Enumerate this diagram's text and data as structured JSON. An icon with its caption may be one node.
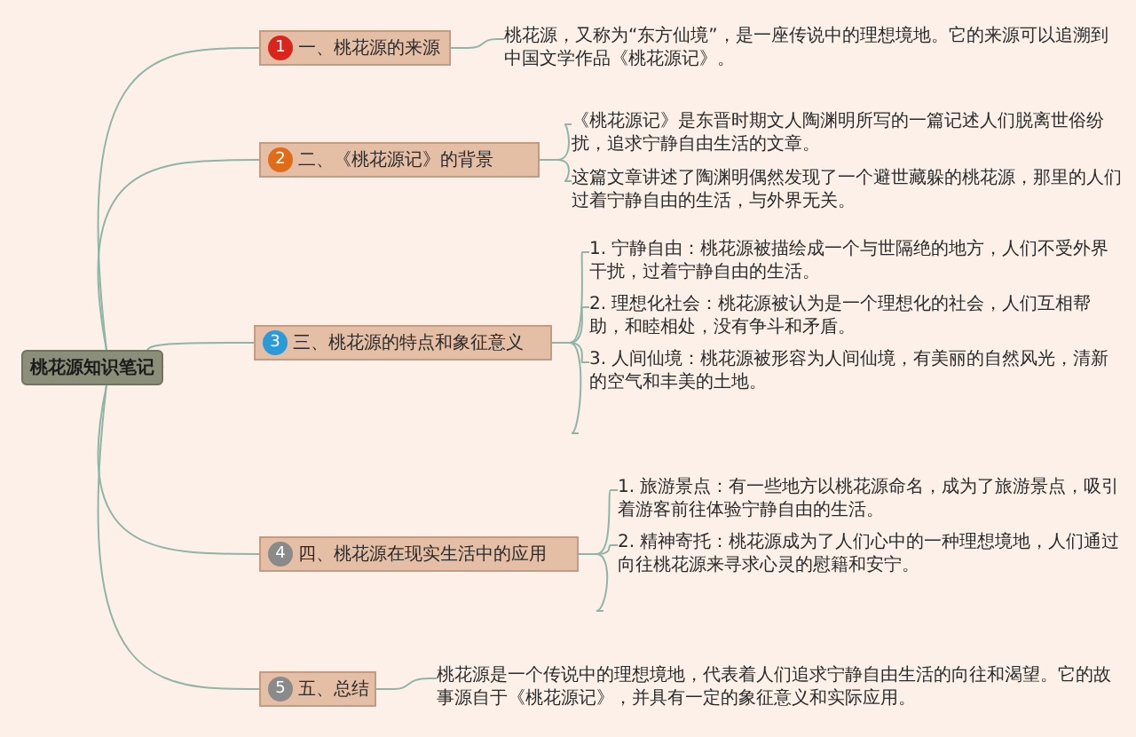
{
  "diagram": {
    "nodes": [
      {
        "text": [
          "桃花源知识笔记"
        ]
      },
      {
        "text": [
          "1",
          "一、桃花源的来源"
        ]
      },
      {
        "text": [
          "桃花源，又称为“东方仙境”，是一座传说中的理想境地。它的来源可以追溯到中国文学作品《桃花源记》。"
        ]
      },
      {
        "text": [
          "2",
          "二、《桃花源记》的背景"
        ]
      },
      {
        "text": [
          "《桃花源记》是东晋时期文人陶渊明所写的一篇记述人们脱离世俗纷扰，追求宁静自由生活的文章。"
        ]
      },
      {
        "text": [
          "这篇文章讲述了陶渊明偶然发现了一个避世藏躲的桃花源，那里的人们过着宁静自由的生活，与外界无关。"
        ]
      },
      {
        "text": [
          "3",
          "三、桃花源的特点和象征意义"
        ]
      },
      {
        "text": [
          "1. 宁静自由：桃花源被描绘成一个与世隔绝的地方，人们不受外界干扰，过着宁静自由的生活。"
        ]
      },
      {
        "text": [
          "2. 理想化社会：桃花源被认为是一个理想化的社会，人们互相帮助，和睦相处，没有争斗和矛盾。"
        ]
      },
      {
        "text": [
          "3. 人间仙境：桃花源被形容为人间仙境，有美丽的自然风光，清新的空气和丰美的土地。"
        ]
      },
      {
        "text": [
          "4",
          "四、桃花源在现实生活中的应用"
        ]
      },
      {
        "text": [
          "1. 旅游景点：有一些地方以桃花源命名，成为了旅游景点，吸引着游客前往体验宁静自由的生活。"
        ]
      },
      {
        "text": [
          "2. 精神寄托：桃花源成为了人们心中的一种理想境地，人们通过向往桃花源来寻求心灵的慰籍和安宁。"
        ]
      },
      {
        "text": [
          "5",
          "五、总结"
        ]
      },
      {
        "text": [
          "桃花源是一个传说中的理想境地，代表着人们追求宁静自由生活的向往和渴望。它的故事源自于《桃花源记》，并具有一定的象征意义和实际应用。"
        ]
      }
    ],
    "edges": [
      {
        "from": 0,
        "to": 1,
        "arrow": "none"
      },
      {
        "from": 0,
        "to": 3,
        "arrow": "none"
      },
      {
        "from": 0,
        "to": 6,
        "arrow": "none"
      },
      {
        "from": 0,
        "to": 10,
        "arrow": "none"
      },
      {
        "from": 0,
        "to": 13,
        "arrow": "none"
      },
      {
        "from": 1,
        "to": 2,
        "arrow": "none"
      },
      {
        "from": 3,
        "to": 4,
        "arrow": "none"
      },
      {
        "from": 3,
        "to": 5,
        "arrow": "none"
      },
      {
        "from": 6,
        "to": 7,
        "arrow": "none"
      },
      {
        "from": 6,
        "to": 8,
        "arrow": "none"
      },
      {
        "from": 6,
        "to": 9,
        "arrow": "none"
      },
      {
        "from": 6,
        "to": null,
        "arrow": "none"
      },
      {
        "from": 10,
        "to": 11,
        "arrow": "none"
      },
      {
        "from": 10,
        "to": 12,
        "arrow": "none"
      },
      {
        "from": 10,
        "to": null,
        "arrow": "none"
      },
      {
        "from": 13,
        "to": 14,
        "arrow": "none"
      }
    ]
  }
}
